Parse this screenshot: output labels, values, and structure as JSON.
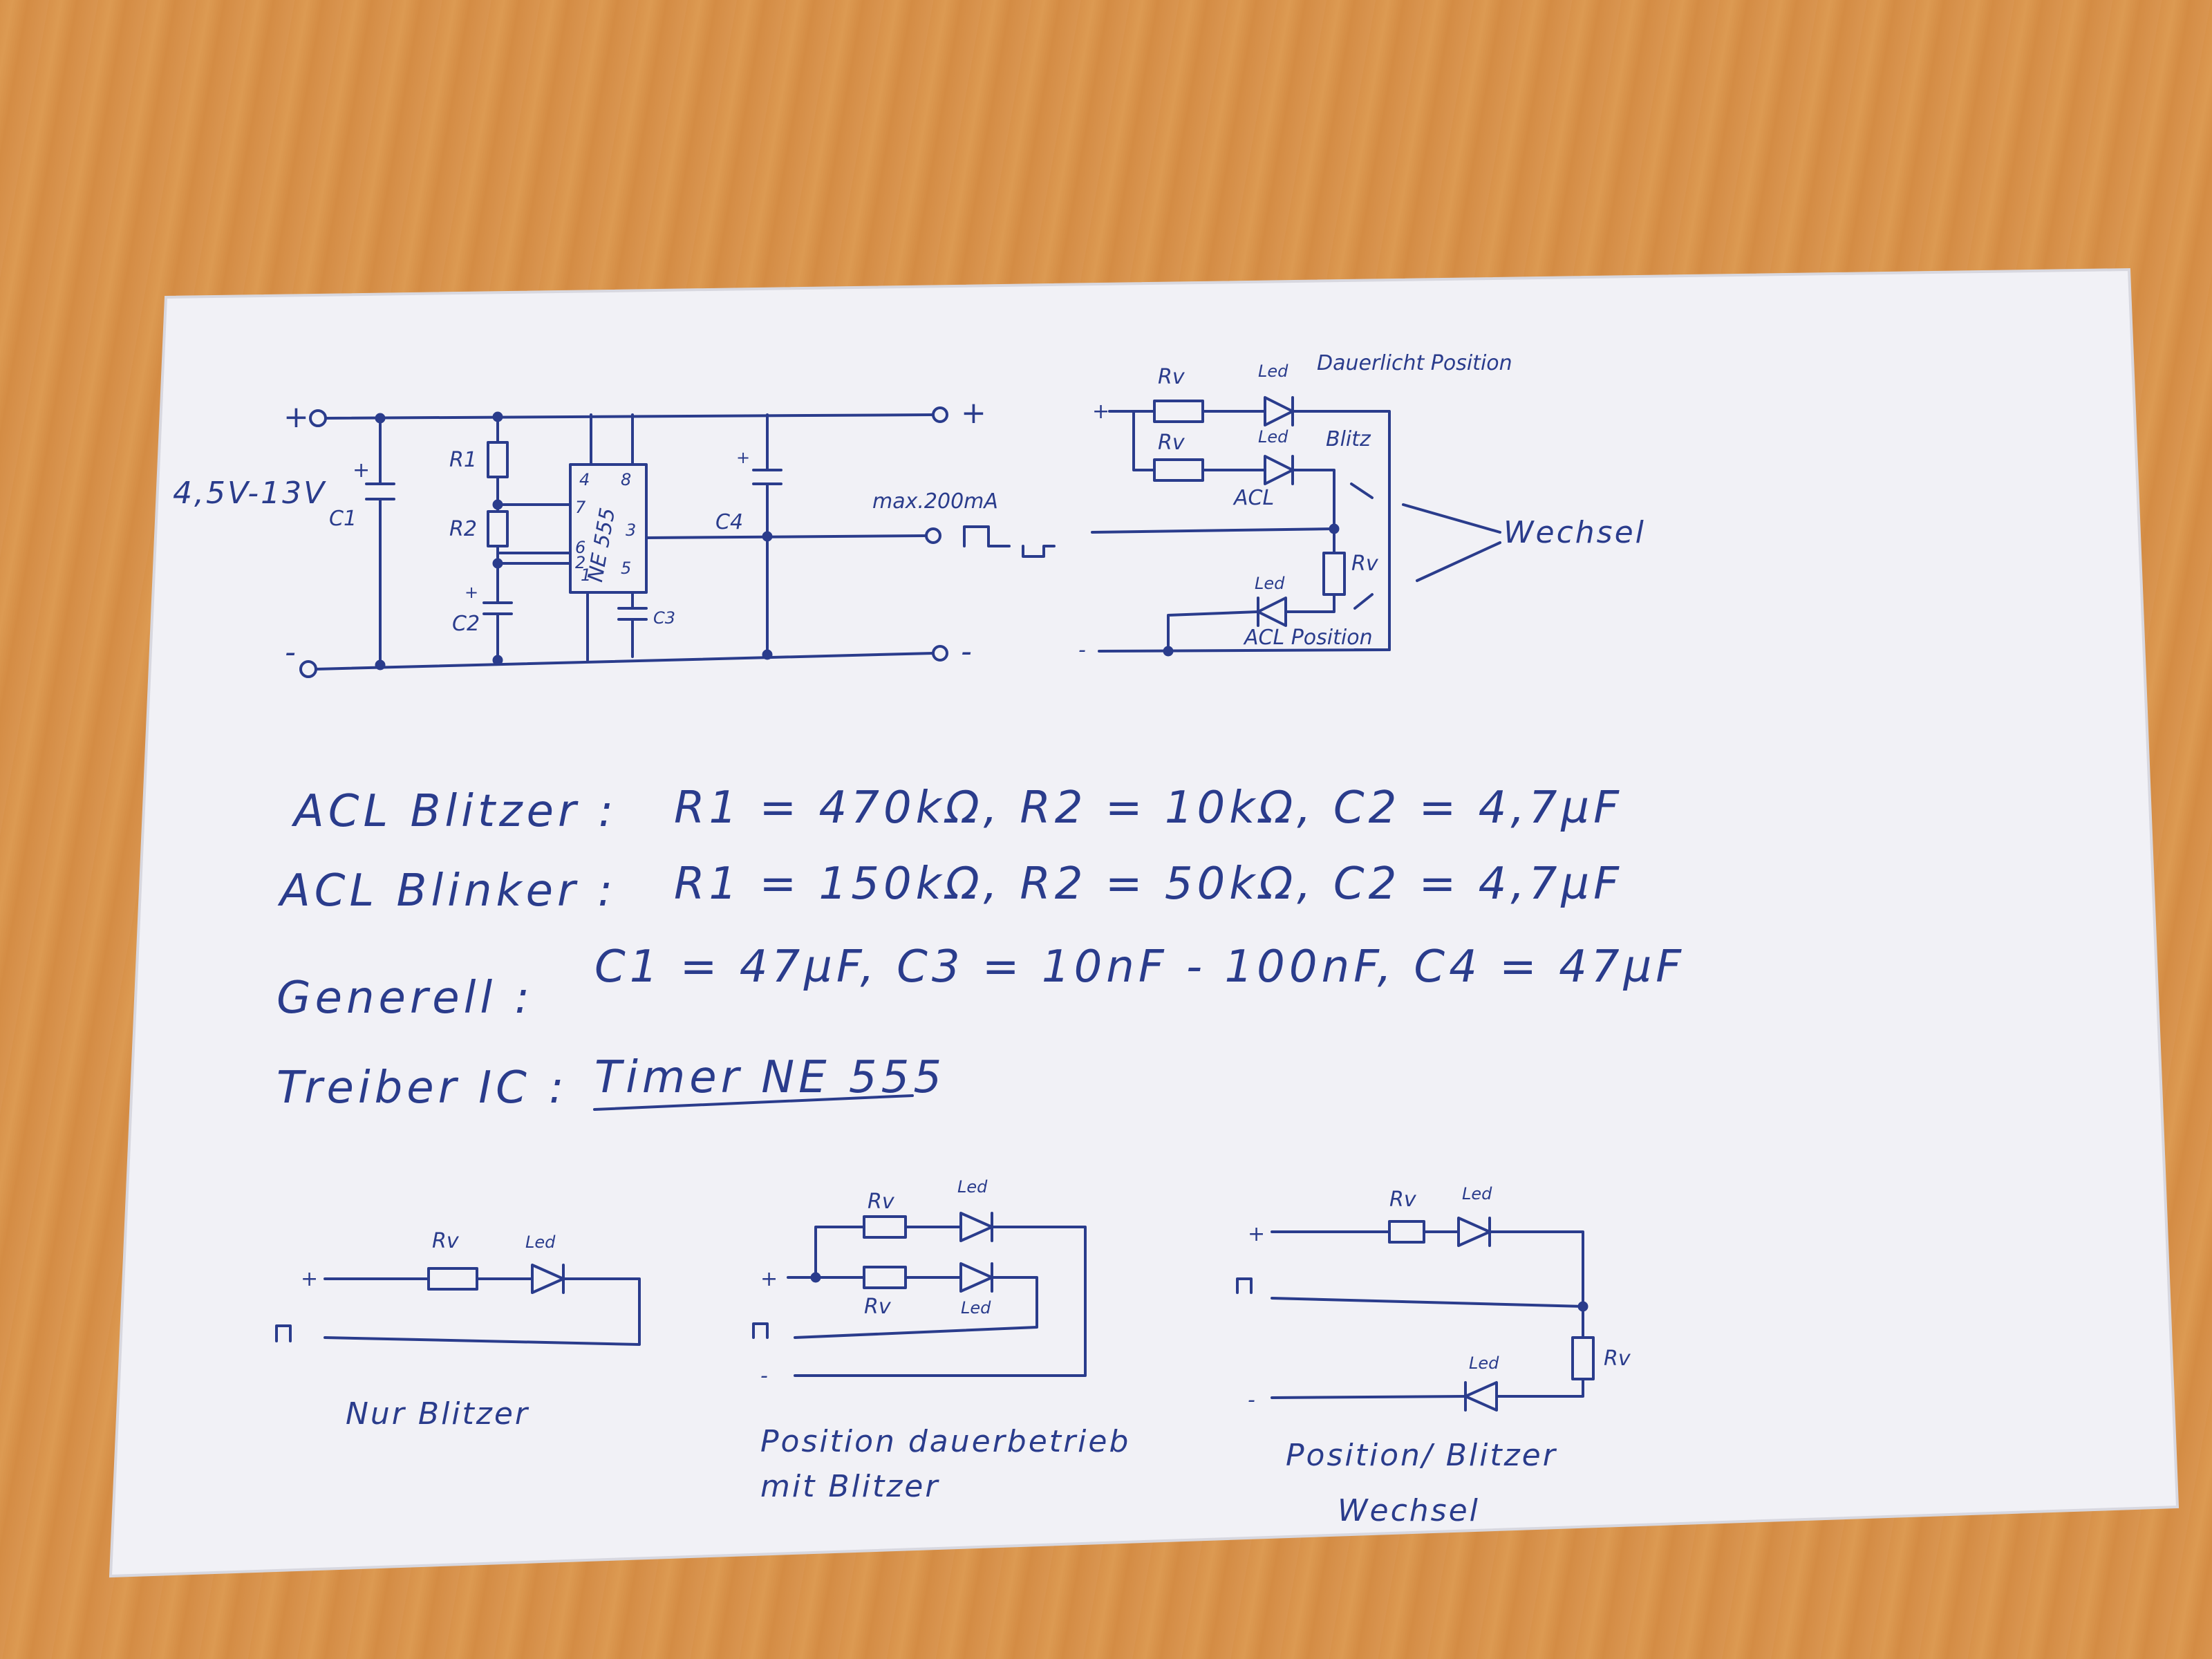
{
  "schematic": {
    "supply_range": "4,5V-13V",
    "plus": "+",
    "minus": "-",
    "c1": "C1",
    "c2": "C2",
    "c3": "C3",
    "c4": "C4",
    "r1": "R1",
    "r2": "R2",
    "ic_name": "NE 555",
    "pin4": "4",
    "pin7": "7",
    "pin6": "6",
    "pin2": "2",
    "pin1": "1",
    "pin8": "8",
    "pin3": "3",
    "pin5": "5",
    "out_plus": "+",
    "out_minus": "-",
    "max_current": "max.200mA"
  },
  "wechsel_diagram": {
    "rv1": "Rv",
    "rv2": "Rv",
    "rv3": "Rv",
    "led1": "Led",
    "led2": "Led",
    "led3": "Led",
    "dauerlicht": "Dauerlicht Position",
    "blitz": "Blitz",
    "acl": "ACL",
    "acl_position": "ACL Position",
    "wechsel": "Wechsel",
    "plus": "+",
    "minus": "-"
  },
  "notes": {
    "line1_label": "ACL Blitzer :",
    "line1_values": "R1 = 470kΩ, R2 = 10kΩ, C2 = 4,7µF",
    "line2_label": "ACL Blinker :",
    "line2_values": "R1 = 150kΩ, R2 = 50kΩ, C2 = 4,7µF",
    "line3_label": "Generell :",
    "line3_values": "C1 = 47µF, C3 = 10nF - 100nF, C4 = 47µF",
    "line4_label": "Treiber IC :",
    "line4_value": "Timer NE 555"
  },
  "bottom_diagrams": {
    "d1": {
      "rv": "Rv",
      "led": "Led",
      "plus": "+",
      "caption": "Nur Blitzer"
    },
    "d2": {
      "rv_top": "Rv",
      "led_top": "Led",
      "rv_bottom": "Rv",
      "led_bottom": "Led",
      "plus": "+",
      "minus": "-",
      "caption_line1": "Position dauerbetrieb",
      "caption_line2": "mit Blitzer"
    },
    "d3": {
      "rv": "Rv",
      "led_top": "Led",
      "rv_side": "Rv",
      "led_bottom": "Led",
      "plus": "+",
      "minus": "-",
      "caption_line1": "Position/ Blitzer",
      "caption_line2": "Wechsel"
    }
  }
}
